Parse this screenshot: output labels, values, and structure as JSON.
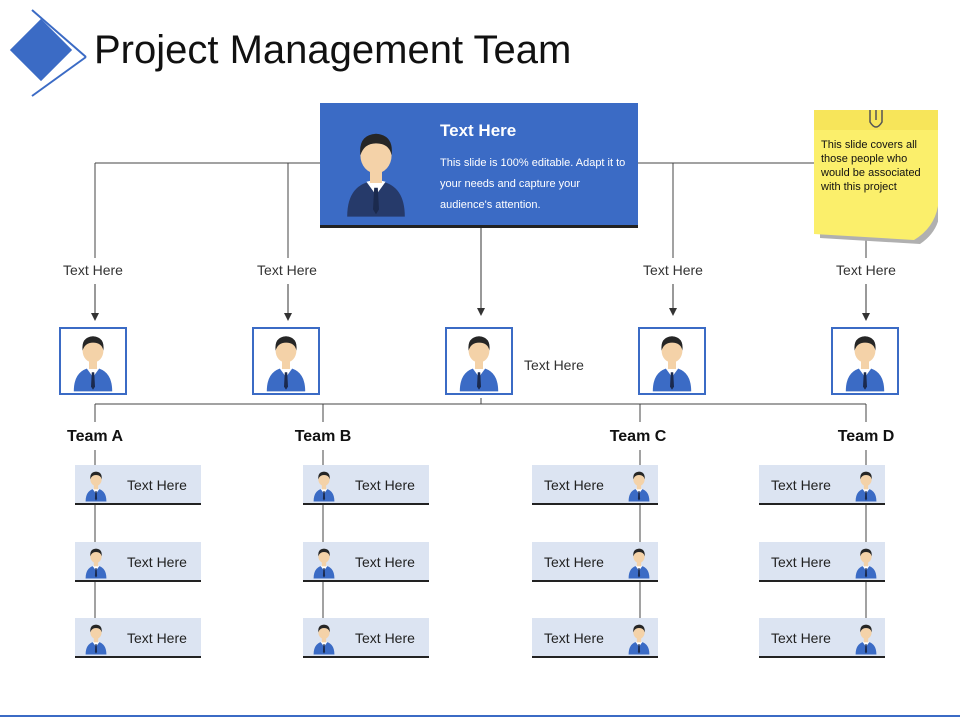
{
  "title": "Project Management Team",
  "colors": {
    "accent": "#3B6BC5",
    "member_bg": "#DCE4F2",
    "note": "#FBEF6B",
    "line": "#444444"
  },
  "top_card": {
    "heading": "Text Here",
    "description": "This slide is 100% editable. Adapt it to your needs and capture your audience's attention.",
    "icon": "businessman-icon"
  },
  "sticky_note": {
    "text": "This slide covers all those people who would be associated with this project",
    "icon": "paperclip-icon"
  },
  "level2": {
    "labels": [
      "Text Here",
      "Text Here",
      "Text Here",
      "Text Here"
    ],
    "center_label": "Text Here",
    "icon": "businessman-icon"
  },
  "teams": [
    {
      "name": "Team A",
      "members": [
        "Text Here",
        "Text Here",
        "Text Here"
      ]
    },
    {
      "name": "Team B",
      "members": [
        "Text Here",
        "Text Here",
        "Text Here"
      ]
    },
    {
      "name": "Team C",
      "members": [
        "Text Here",
        "Text Here",
        "Text Here"
      ]
    },
    {
      "name": "Team D",
      "members": [
        "Text Here",
        "Text Here",
        "Text Here"
      ]
    }
  ]
}
